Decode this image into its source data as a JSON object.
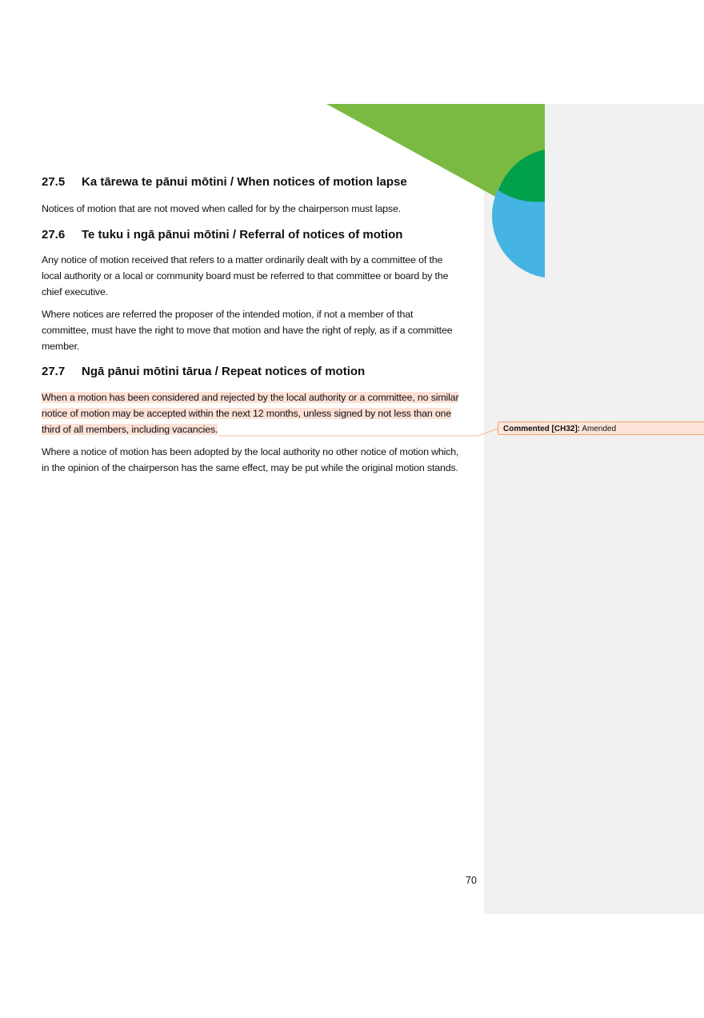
{
  "sections": [
    {
      "number": "27.5",
      "title": "Ka tārewa te pānui mōtini / When notices of motion lapse",
      "paragraphs": [
        [
          "Notices of motion that are not moved when called for by the chairperson must lapse."
        ]
      ]
    },
    {
      "number": "27.6",
      "title": "Te tuku i ngā pānui mōtini / Referral of notices of motion",
      "paragraphs": [
        [
          "Any notice of motion received that refers to a matter ordinarily dealt with by a committee of the",
          "local authority or a local or community board must be referred to that committee or board by the",
          "chief executive."
        ],
        [
          "Where notices are referred the proposer of the intended motion, if not a member of that",
          "committee, must have the right to move that motion and have the right of reply, as if a committee",
          "member."
        ]
      ]
    },
    {
      "number": "27.7",
      "title": "Ngā pānui mōtini tārua / Repeat notices of motion",
      "paragraphs": [
        [
          "When a motion has been considered and rejected by the local authority or a committee, no similar",
          "notice of motion may be accepted within the next 12 months, unless signed by not less than one",
          "third of all members, including vacancies."
        ],
        [
          "Where a notice of motion has been adopted by the local authority no other notice of motion which,",
          "in the opinion of the chairperson has the same effect, may be put while the original motion stands."
        ]
      ]
    }
  ],
  "comment": {
    "label": "Commented [CH32]:",
    "text": "Amended"
  },
  "page_number": "70",
  "colors": {
    "light_green": "#7aba43",
    "dark_green": "#00a04a",
    "blue": "#45b4e3",
    "highlight": "#fde0d6",
    "margin": "#f1f1f1"
  }
}
